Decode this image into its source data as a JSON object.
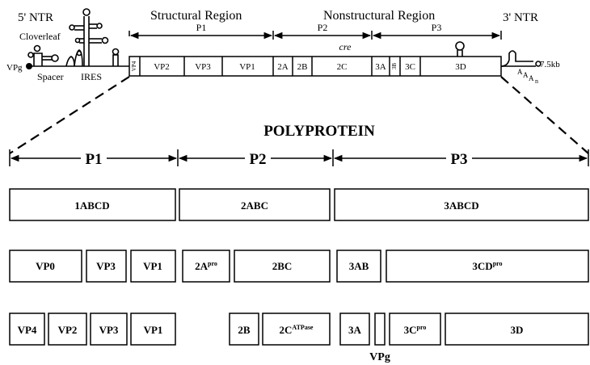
{
  "genome": {
    "ntr5": "5' NTR",
    "ntr3": "3' NTR",
    "structural_region": "Structural Region",
    "nonstructural_region": "Nonstructural Region",
    "p1": "P1",
    "p2": "P2",
    "p3": "P3",
    "cre": "cre",
    "cloverleaf": "Cloverleaf",
    "spacer": "Spacer",
    "ires": "IRES",
    "vpg": "VPg",
    "length": "7.5kb",
    "polya_a1": "A",
    "polya_a2": "A",
    "polya_a3": "A",
    "polya_n": "n",
    "segments": {
      "vp4": "VP4",
      "vp2": "VP2",
      "vp3": "VP3",
      "vp1": "VP1",
      "s2a": "2A",
      "s2b": "2B",
      "s2c": "2C",
      "s3a": "3A",
      "s3b": "3B",
      "s3c": "3C",
      "s3d": "3D"
    }
  },
  "polyprotein": {
    "title": "POLYPROTEIN",
    "p1": "P1",
    "p2": "P2",
    "p3": "P3"
  },
  "row1": {
    "r1abcd": "1ABCD",
    "r2abc": "2ABC",
    "r3abcd": "3ABCD"
  },
  "row2": {
    "vp0": "VP0",
    "vp3": "VP3",
    "vp1": "VP1",
    "a2_base": "2A",
    "a2_sup": "pro",
    "bc2": "2BC",
    "ab3": "3AB",
    "cd3_base": "3CD",
    "cd3_sup": "pro"
  },
  "row3": {
    "vp4": "VP4",
    "vp2": "VP2",
    "vp3": "VP3",
    "vp1": "VP1",
    "b2": "2B",
    "c2_base": "2C",
    "c2_sup": "ATPase",
    "a3": "3A",
    "c3_base": "3C",
    "c3_sup": "pro",
    "d3": "3D",
    "vpg": "VPg"
  }
}
